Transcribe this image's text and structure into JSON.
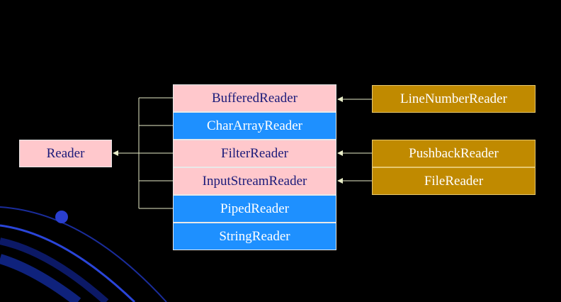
{
  "diagram": {
    "root": {
      "label": "Reader"
    },
    "subclasses": [
      {
        "label": "BufferedReader"
      },
      {
        "label": "CharArrayReader"
      },
      {
        "label": "FilterReader"
      },
      {
        "label": "InputStreamReader"
      },
      {
        "label": "PipedReader"
      },
      {
        "label": "StringReader"
      }
    ],
    "derived": [
      {
        "label": "LineNumberReader"
      },
      {
        "label": "PushbackReader"
      },
      {
        "label": "FileReader"
      }
    ]
  },
  "colors": {
    "background": "#000000",
    "pink_box": "#ffc8cc",
    "blue_box": "#1e90ff",
    "gold_box": "#c08a00",
    "connector": "#e8edc8",
    "decor_orbit": "#1a3cc8"
  }
}
